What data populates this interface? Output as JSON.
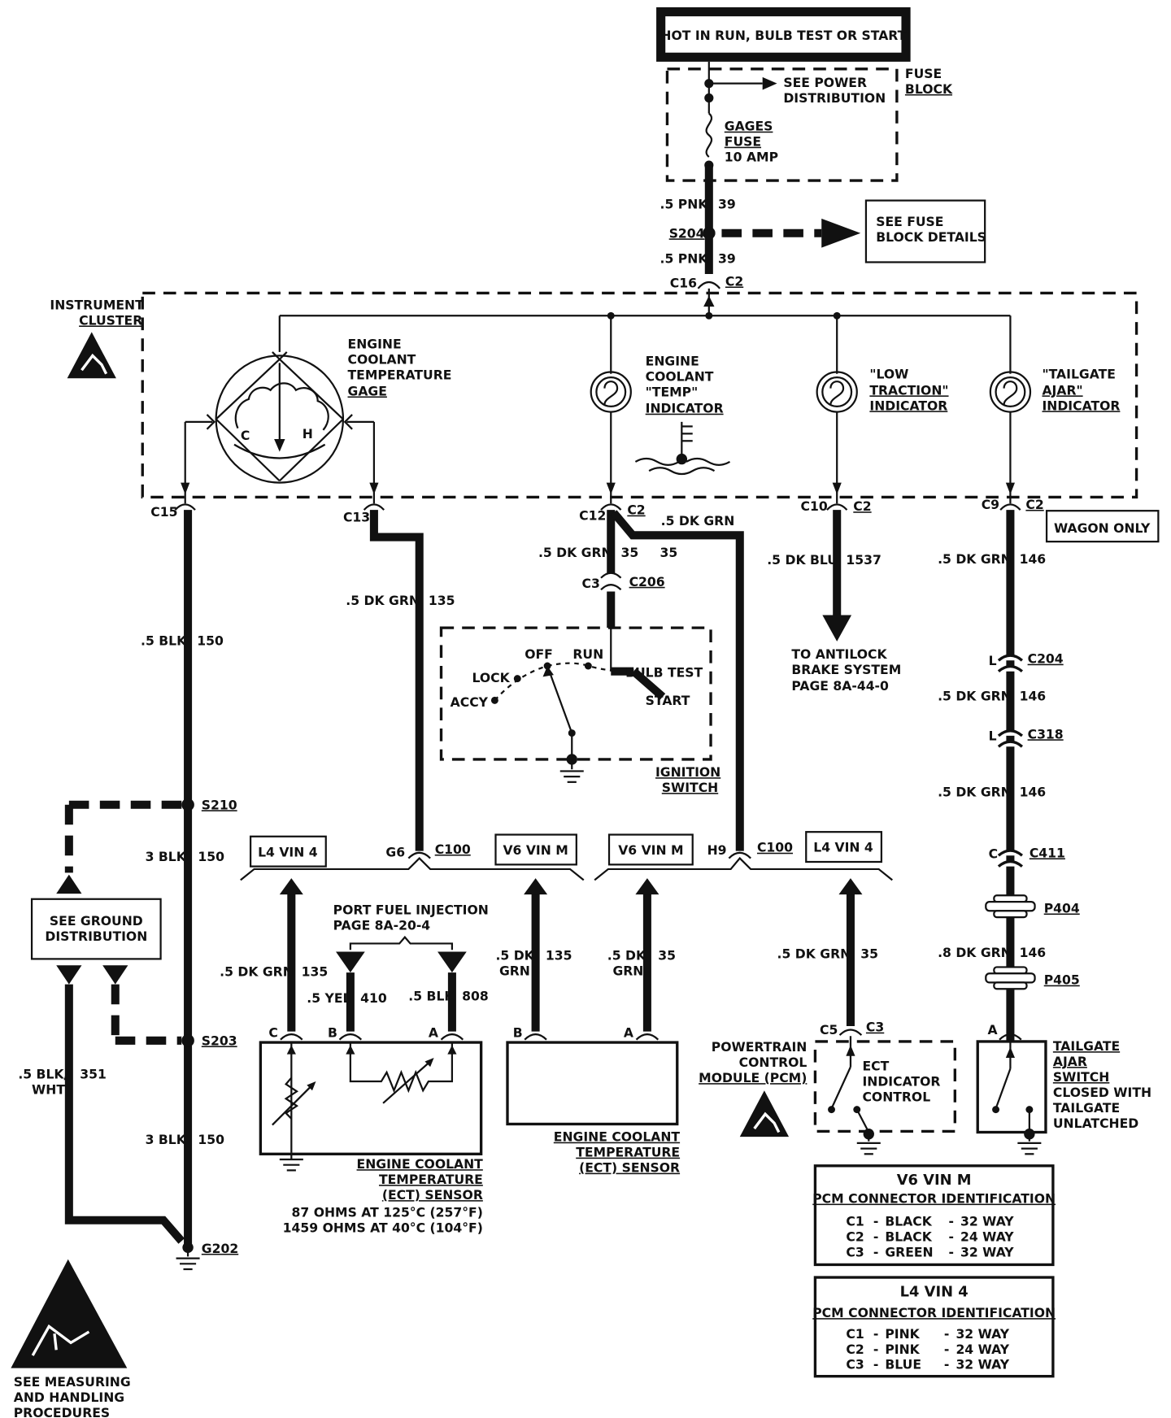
{
  "power": {
    "hot_label": "HOT IN RUN, BULB TEST OR START",
    "fuse_block": [
      "FUSE",
      "BLOCK"
    ],
    "see_power": [
      "SEE POWER",
      "DISTRIBUTION"
    ],
    "fuse": [
      "GAGES",
      "FUSE",
      "10 AMP"
    ],
    "wire_pnk_top": ".5 PNK",
    "circuit_39a": "39",
    "splice_s204": "S204",
    "wire_pnk_bottom": ".5 PNK",
    "circuit_39b": "39",
    "see_fuse_details": [
      "SEE FUSE",
      "BLOCK DETAILS"
    ],
    "conn_c16": "C16",
    "conn_c2_top": "C2"
  },
  "cluster": {
    "label": [
      "INSTRUMENT",
      "CLUSTER"
    ],
    "gage_label": [
      "ENGINE",
      "COOLANT",
      "TEMPERATURE",
      "GAGE"
    ],
    "gage_c": "C",
    "gage_h": "H",
    "temp_indicator": [
      "ENGINE",
      "COOLANT",
      "\"TEMP\"",
      "INDICATOR"
    ],
    "low_traction": [
      "\"LOW",
      "TRACTION\"",
      "INDICATOR"
    ],
    "tailgate_ajar": [
      "\"TAILGATE",
      "AJAR\"",
      "INDICATOR"
    ],
    "c15": "C15",
    "c13": "C13",
    "c12": "C12",
    "c12_c2": "C2",
    "c10": "C10",
    "c10_c2": "C2",
    "c9": "C9",
    "c9_c2": "C2",
    "wagon_only": "WAGON ONLY"
  },
  "wires": {
    "blk150_a": ".5 BLK",
    "c150_a": "150",
    "dkgrn135": ".5 DK GRN",
    "c135_a": "135",
    "dkgrn_top": ".5 DK GRN",
    "dkgrn35": ".5 DK GRN",
    "c35_a": "35",
    "c35_b": "35",
    "c3": "C3",
    "c206": "C206",
    "dkblu": ".5 DK BLU",
    "c1537": "1537",
    "antilock": [
      "TO ANTILOCK",
      "BRAKE SYSTEM",
      "PAGE 8A-44-0"
    ],
    "dkgrn146_a": ".5 DK GRN",
    "c146_a": "146",
    "l_c204": "L",
    "c204": "C204",
    "dkgrn146_b": ".5 DK GRN",
    "c146_b": "146",
    "l_c318": "L",
    "c318": "C318",
    "dkgrn146_c": ".5 DK GRN",
    "c146_c": "146",
    "c_c411": "C",
    "c411": "C411",
    "p404": "P404",
    "dkgrn146_d": ".8 DK GRN",
    "c146_d": "146",
    "p405": "P405"
  },
  "ignition": {
    "off": "OFF",
    "run": "RUN",
    "lock": "LOCK",
    "accy": "ACCY",
    "bulb_test": "BULB TEST",
    "start": "START",
    "label": [
      "IGNITION",
      "SWITCH"
    ]
  },
  "ground": {
    "s210": "S210",
    "blk150_b": "3 BLK",
    "c150_b": "150",
    "see_ground": [
      "SEE GROUND",
      "DISTRIBUTION"
    ],
    "s203": "S203",
    "blkwht": [
      ".5 BLK/",
      "WHT"
    ],
    "c351": "351",
    "blk150_c": "3 BLK",
    "c150_c": "150",
    "g202": "G202",
    "handling": [
      "SEE MEASURING",
      "AND HANDLING",
      "PROCEDURES"
    ]
  },
  "c100": {
    "l4_left": "L4 VIN 4",
    "g6": "G6",
    "c100_left": "C100",
    "v6_left": "V6 VIN M",
    "v6_right": "V6 VIN M",
    "h9": "H9",
    "c100_right": "C100",
    "l4_right": "L4 VIN 4"
  },
  "ect": {
    "port_fuel": [
      "PORT FUEL INJECTION",
      "PAGE 8A-20-4"
    ],
    "wire_c": ".5 DK GRN",
    "circ_c": "135",
    "wire_b": ".5 YEL",
    "circ_b": "410",
    "wire_a": ".5 BLK",
    "circ_a": "808",
    "pin_c": "C",
    "pin_b": "B",
    "pin_a": "A",
    "label": [
      "ENGINE COOLANT",
      "TEMPERATURE",
      "(ECT) SENSOR"
    ],
    "spec": [
      "87 OHMS AT 125°C (257°F)",
      "1459 OHMS AT 40°C (104°F)"
    ],
    "v6_wire": [
      ".5 DK",
      "GRN"
    ],
    "v6_circ135": "135",
    "v6_wire2": [
      ".5 DK",
      "GRN"
    ],
    "v6_circ35": "35",
    "v6_pin_b": "B",
    "v6_pin_a": "A",
    "v6_label": [
      "ENGINE COOLANT",
      "TEMPERATURE",
      "(ECT) SENSOR"
    ]
  },
  "pcm": {
    "wire": ".5 DK GRN",
    "circ": "35",
    "c5": "C5",
    "c3": "C3",
    "label": [
      "POWERTRAIN",
      "CONTROL",
      "MODULE (PCM)"
    ],
    "control": [
      "ECT",
      "INDICATOR",
      "CONTROL"
    ]
  },
  "tailgate": {
    "pin_a": "A",
    "label": [
      "TAILGATE",
      "AJAR",
      "SWITCH",
      "CLOSED WITH",
      "TAILGATE",
      "UNLATCHED"
    ]
  },
  "tables": [
    {
      "title": "V6 VIN M",
      "subtitle": "PCM CONNECTOR IDENTIFICATION",
      "rows": [
        {
          "c": "C1",
          "color": "BLACK",
          "way": "32 WAY"
        },
        {
          "c": "C2",
          "color": "BLACK",
          "way": "24 WAY"
        },
        {
          "c": "C3",
          "color": "GREEN",
          "way": "32 WAY"
        }
      ]
    },
    {
      "title": "L4 VIN 4",
      "subtitle": "PCM CONNECTOR IDENTIFICATION",
      "rows": [
        {
          "c": "C1",
          "color": "PINK",
          "way": "32 WAY"
        },
        {
          "c": "C2",
          "color": "PINK",
          "way": "24 WAY"
        },
        {
          "c": "C3",
          "color": "BLUE",
          "way": "32 WAY"
        }
      ]
    }
  ]
}
